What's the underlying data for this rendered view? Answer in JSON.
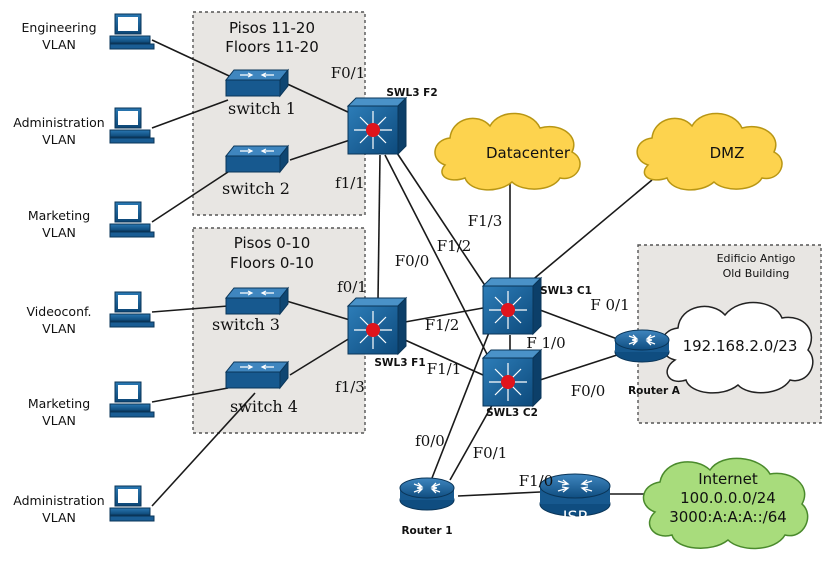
{
  "zones": {
    "top": {
      "line1": "Pisos 11-20",
      "line2": "Floors 11-20"
    },
    "bottom": {
      "line1": "Pisos 0-10",
      "line2": "Floors 0-10"
    },
    "old": {
      "line1": "Edificio Antigo",
      "line2": "Old Building"
    }
  },
  "vlans": [
    {
      "line1": "Engineering",
      "line2": "VLAN"
    },
    {
      "line1": "Administration",
      "line2": "VLAN"
    },
    {
      "line1": "Marketing",
      "line2": "VLAN"
    },
    {
      "line1": "Videoconf.",
      "line2": "VLAN"
    },
    {
      "line1": "Marketing",
      "line2": "VLAN"
    },
    {
      "line1": "Administration",
      "line2": "VLAN"
    }
  ],
  "switches": [
    "switch 1",
    "switch 2",
    "switch 3",
    "switch 4"
  ],
  "devices": {
    "swl3_f2": "SWL3 F2",
    "swl3_f1": "SWL3 F1",
    "swl3_c1": "SWL3 C1",
    "swl3_c2": "SWL3 C2",
    "router_a": "Router A",
    "router_1": "Router 1",
    "isp": "ISP"
  },
  "clouds": {
    "datacenter": "Datacenter",
    "dmz": "DMZ",
    "lan": "192.168.2.0/23",
    "internet": {
      "line1": "Internet",
      "line2": "100.0.0.0/24",
      "line3": "3000:A:A:A::/64"
    }
  },
  "ports": {
    "f2_f0_1": "F0/1",
    "f2_f1_1": "f1/1",
    "f1_f0_1": "f0/1",
    "f1_f1_3": "f1/3",
    "f2_to_c1": "F1/2",
    "c1_f1_3": "F1/3",
    "f1_to_f2": "F0/0",
    "f1_f1_2": "F1/2",
    "f1_f1_1": "F1/1",
    "c1_f0_1": "F 0/1",
    "c1_f1_0": "F 1/0",
    "c2_f0_0": "F0/0",
    "r1_f0_0": "f0/0",
    "r1_f0_1": "F0/1",
    "isp_f1_0": "F1/0"
  }
}
